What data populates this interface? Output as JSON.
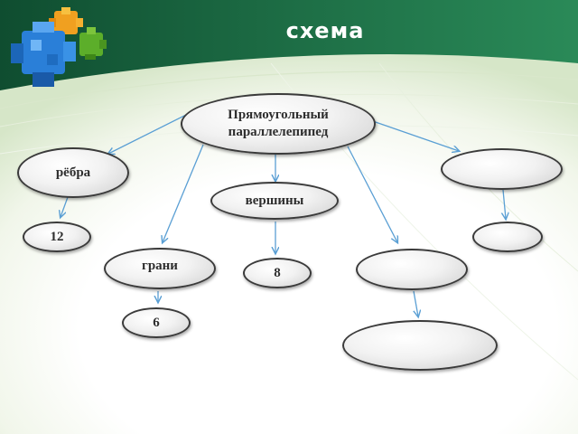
{
  "slide": {
    "title": "схема"
  },
  "diagram": {
    "nodes": {
      "root": "Прямоугольный параллелепипед",
      "edges": "рёбра",
      "edges_count": "12",
      "vertices": "вершины",
      "vertices_count": "8",
      "faces": "грани",
      "faces_count": "6",
      "blank_right": "",
      "blank_right_value": "",
      "blank_middle_right": "",
      "blank_bottom_right": ""
    }
  },
  "colors": {
    "header_green": "#1f6b45",
    "connector": "#5a9fd4",
    "node_border": "#3a3a3a"
  }
}
